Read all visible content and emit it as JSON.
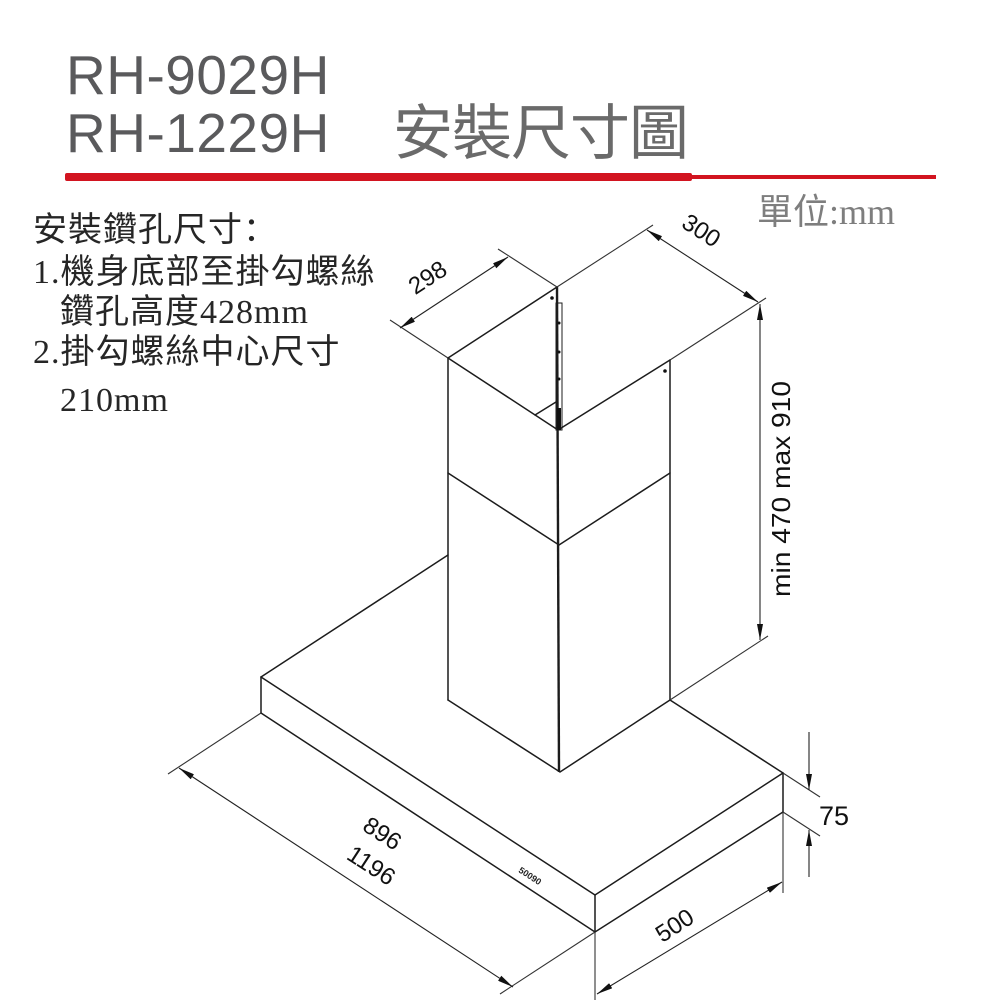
{
  "header": {
    "models": [
      "RH-9029H",
      "RH-1229H"
    ],
    "title": "安裝尺寸圖",
    "unit": "單位:mm"
  },
  "notes": {
    "heading": "安裝鑽孔尺寸：",
    "items": [
      {
        "number": "1.",
        "text": "機身底部至掛勾螺絲",
        "sub": "鑽孔高度428mm"
      },
      {
        "number": "2.",
        "text": "掛勾螺絲中心尺寸",
        "sub": "210mm"
      }
    ]
  },
  "dimensions": {
    "chimney_depth": "298",
    "chimney_width": "300",
    "chimney_height": "min 470 max 910",
    "body_width_rh9029h": "896",
    "body_width_rh1229h": "1196",
    "body_depth": "500",
    "body_thickness": "75"
  },
  "drawing": {
    "body_label": "50090"
  },
  "colors": {
    "accent_rule": "#d21420",
    "model_text": "#5a5a5c",
    "title_text": "#6a6a6a",
    "unit_text": "#7e7e7e",
    "line": "#1c1c1c"
  }
}
